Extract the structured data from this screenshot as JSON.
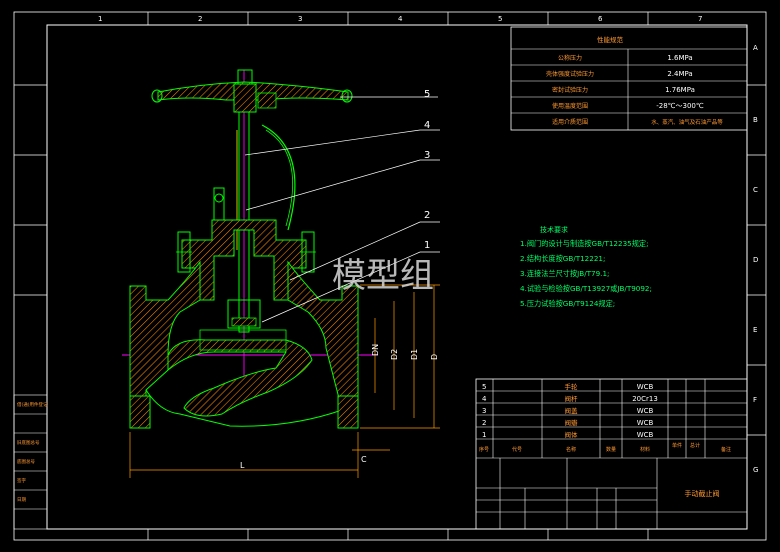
{
  "border_marks": {
    "top": [
      "1",
      "2",
      "3",
      "4",
      "5",
      "6",
      "7"
    ],
    "right": [
      "A",
      "B",
      "C",
      "D",
      "E",
      "F",
      "G"
    ]
  },
  "spec_table": {
    "title": "性能规范",
    "rows": [
      {
        "label": "公称压力",
        "value": "1.6MPa"
      },
      {
        "label": "壳体强度试验压力",
        "value": "2.4MPa"
      },
      {
        "label": "密封试验压力",
        "value": "1.76MPa"
      },
      {
        "label": "使用温度范围",
        "value": "-28℃～300℃"
      },
      {
        "label": "适用介质范围",
        "value": "水、蒸汽、油气及石油产品等"
      }
    ]
  },
  "tech_requirements": {
    "title": "技术要求",
    "items": [
      "1.阀门的设计与制造按GB/T12235规定;",
      "2.结构长度按GB/T12221;",
      "3.连接法兰尺寸按JB/T79.1;",
      "4.试验与检验按GB/T13927或JB/T9092;",
      "5.压力试验按GB/T9124规定;"
    ]
  },
  "part_callouts": [
    "5",
    "4",
    "3",
    "2",
    "1"
  ],
  "dimensions": {
    "DN": "DN",
    "D2": "D2",
    "D1": "D1",
    "D": "D",
    "L": "L",
    "C": "C"
  },
  "watermark": "模型组",
  "bom": {
    "rows": [
      {
        "no": "5",
        "name": "手轮",
        "material": "WCB"
      },
      {
        "no": "4",
        "name": "阀杆",
        "material": "20Cr13"
      },
      {
        "no": "3",
        "name": "阀盖",
        "material": "WCB"
      },
      {
        "no": "2",
        "name": "阀瓣",
        "material": "WCB"
      },
      {
        "no": "1",
        "name": "阀体",
        "material": "WCB"
      }
    ],
    "header": [
      "序号",
      "代号",
      "名称",
      "数量",
      "材料",
      "单件",
      "总计",
      "备注"
    ],
    "drawing_title": "手动截止阀"
  },
  "left_strip_labels": [
    "借(通)用件登记",
    "",
    "旧底图总号",
    "",
    "底图总号",
    "签字",
    "日期"
  ],
  "colors": {
    "frame": "#ffffff",
    "outline": "#00ff00",
    "hatch": "#ff9900",
    "centerline": "#ff00ff",
    "dimension": "#ff9900",
    "leader": "#ffffff",
    "text_green": "#00ff66",
    "table_text_orange": "#ff9933",
    "table_text_white": "#ffffff"
  }
}
